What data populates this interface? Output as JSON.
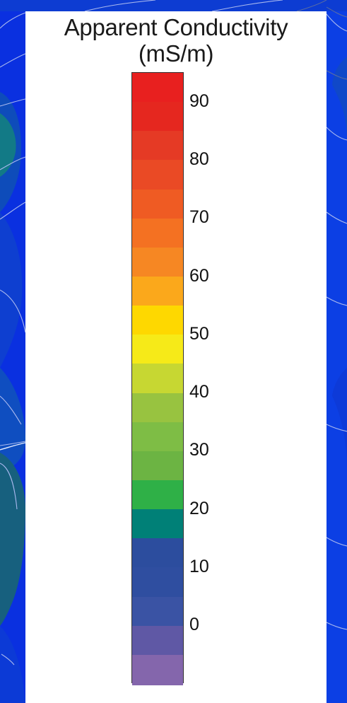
{
  "legend": {
    "title_line1": "Apparent Conductivity",
    "title_line2": "(mS/m)",
    "ramp_colors": [
      "#e8201f",
      "#e5271f",
      "#e53a25",
      "#ea4a25",
      "#ef5b23",
      "#f47122",
      "#f68723",
      "#fba81b",
      "#fed800",
      "#f6ea18",
      "#c7d732",
      "#98c340",
      "#7ebd45",
      "#6cb443",
      "#2fb047",
      "#008077",
      "#2c4d9e",
      "#2f4ea0",
      "#3a53a4",
      "#5f58a5",
      "#8466ac"
    ],
    "tick_labels": [
      "90",
      "80",
      "70",
      "60",
      "50",
      "40",
      "30",
      "20",
      "10",
      "0"
    ]
  },
  "map": {
    "background_color": "#0a30e0",
    "zone_color": "#17607e",
    "contour_color": "#a9b8ee"
  }
}
